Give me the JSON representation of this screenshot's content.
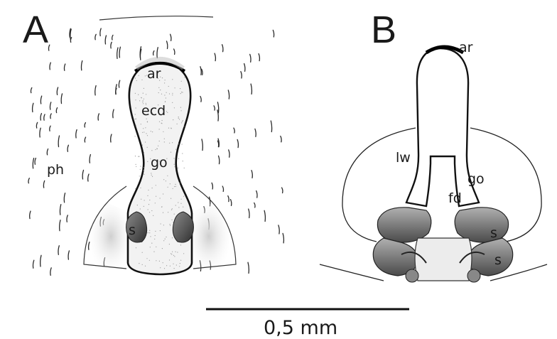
{
  "panels": {
    "a": {
      "letter": "A",
      "labels": {
        "ar": "ar",
        "ecd": "ecd",
        "ph": "ph",
        "go": "go",
        "s": "s"
      }
    },
    "b": {
      "letter": "B",
      "labels": {
        "ar": "ar",
        "lw": "lw",
        "go": "go",
        "fd": "fd",
        "s_upper": "s",
        "s_lower": "s"
      }
    }
  },
  "scale_bar": {
    "label": "0,5 mm"
  }
}
